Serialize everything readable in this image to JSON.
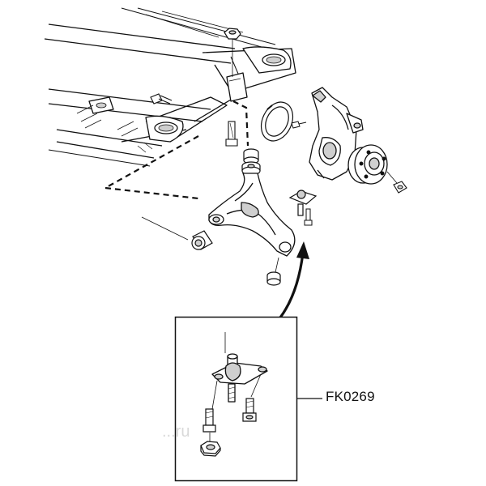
{
  "diagram": {
    "callout_label": "FK0269",
    "watermark_text": "...ru",
    "colors": {
      "line": "#111111",
      "fill": "#ffffff",
      "shade": "#cfcfcf",
      "dashed": "#111111"
    },
    "parts": [
      {
        "name": "subframe",
        "icon": "subframe-icon"
      },
      {
        "name": "lower-control-arm",
        "icon": "control-arm-icon"
      },
      {
        "name": "steering-knuckle",
        "icon": "knuckle-icon"
      },
      {
        "name": "wheel-hub",
        "icon": "hub-icon"
      },
      {
        "name": "ball-joint",
        "icon": "ball-joint-icon"
      },
      {
        "name": "rear-bushing",
        "icon": "bushing-icon"
      }
    ]
  }
}
